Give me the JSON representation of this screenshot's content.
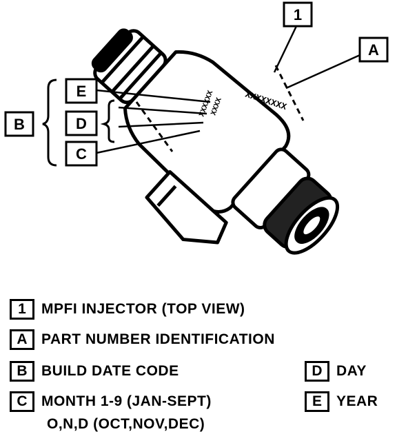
{
  "diagram": {
    "callouts": [
      "1",
      "A",
      "B",
      "E",
      "D",
      "C"
    ],
    "body_markings": [
      "XXXXXXXX",
      "XXXXXX",
      "XXXX"
    ]
  },
  "legend": [
    {
      "key": "1",
      "text": "MPFI INJECTOR (TOP VIEW)"
    },
    {
      "key": "A",
      "text": "PART NUMBER IDENTIFICATION"
    },
    {
      "key": "B",
      "text": "BUILD DATE CODE"
    },
    {
      "key": "C",
      "text": "MONTH  1-9 (JAN-SEPT)",
      "text2": "O,N,D (OCT,NOV,DEC)"
    },
    {
      "key": "D",
      "text": "DAY"
    },
    {
      "key": "E",
      "text": "YEAR"
    }
  ]
}
